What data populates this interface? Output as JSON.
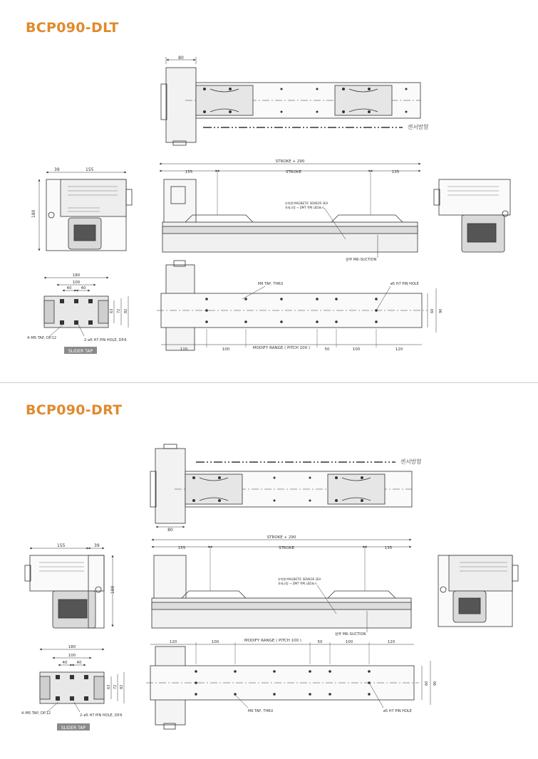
{
  "colors": {
    "title": "#e08a2c",
    "line": "#333333",
    "fill": "#d9d9d9",
    "badge": "#8a8a8a"
  },
  "sections": [
    {
      "title": "BCP090-DLT",
      "top_view": {
        "dim_width": "80",
        "sensor_label": "센서방향"
      },
      "front_view": {
        "dim_total": "STROKE + 290",
        "dim_left": "155",
        "dim_stroke": "STROKE",
        "dim_right": "135",
        "note_sensor_1": "부착형 MAGNETIC SENSOR 3EA",
        "note_sensor_2": "자세고정 → DMT 맥팩 LED표시",
        "note_suction": "상부  M6–SUCTION"
      },
      "side_view": {
        "dim_a": "39",
        "dim_b": "155",
        "dim_height": "180"
      },
      "slider_view": {
        "dim_overall": "180",
        "dim_mid": "100",
        "dim_a": "40",
        "dim_b": "40",
        "dim_h1": "63",
        "dim_h2": "72",
        "dim_h3": "82",
        "note_tap": "4–M5 TAP, DP.12",
        "note_pin": "2–ø5 H7 PIN HOLE, DP.6",
        "badge": "SLIDER TAP"
      },
      "base_view": {
        "note_tap": "M6 TAP, THRU",
        "note_pin": "ø5 H7 PIN HOLE",
        "dim_h1": "60",
        "dim_h2": "90",
        "dims_bottom": [
          "120",
          "100",
          "MODIFY RANGE ( PITCH 100 )",
          "50",
          "100",
          "120"
        ]
      }
    },
    {
      "title": "BCP090-DRT",
      "top_view": {
        "dim_width": "80",
        "sensor_label": "센서방향"
      },
      "front_view": {
        "dim_total": "STROKE + 290",
        "dim_left": "155",
        "dim_stroke": "STROKE",
        "dim_right": "135",
        "note_sensor_1": "부착형 MAGNETIC SENSOR 3EA",
        "note_sensor_2": "자세고정 → DMT 맥팩 LED표시",
        "note_suction": "상부  M6–SUCTION"
      },
      "side_view": {
        "dim_a": "155",
        "dim_b": "39",
        "dim_height": "180"
      },
      "slider_view": {
        "dim_overall": "180",
        "dim_mid": "100",
        "dim_a": "40",
        "dim_b": "40",
        "dim_h1": "63",
        "dim_h2": "72",
        "dim_h3": "82",
        "note_tap": "4–M5 TAP, DP.12",
        "note_pin": "2–ø5 H7 PIN HOLE, DP.6",
        "badge": "SLIDER TAP"
      },
      "base_view": {
        "note_tap": "M6 TAP, THRU",
        "note_pin": "ø5 H7 PIN HOLE",
        "dim_h1": "60",
        "dim_h2": "90",
        "dims_top": [
          "120",
          "100",
          "MODIFY RANGE ( PITCH 100 )",
          "50",
          "100",
          "120"
        ]
      }
    }
  ]
}
